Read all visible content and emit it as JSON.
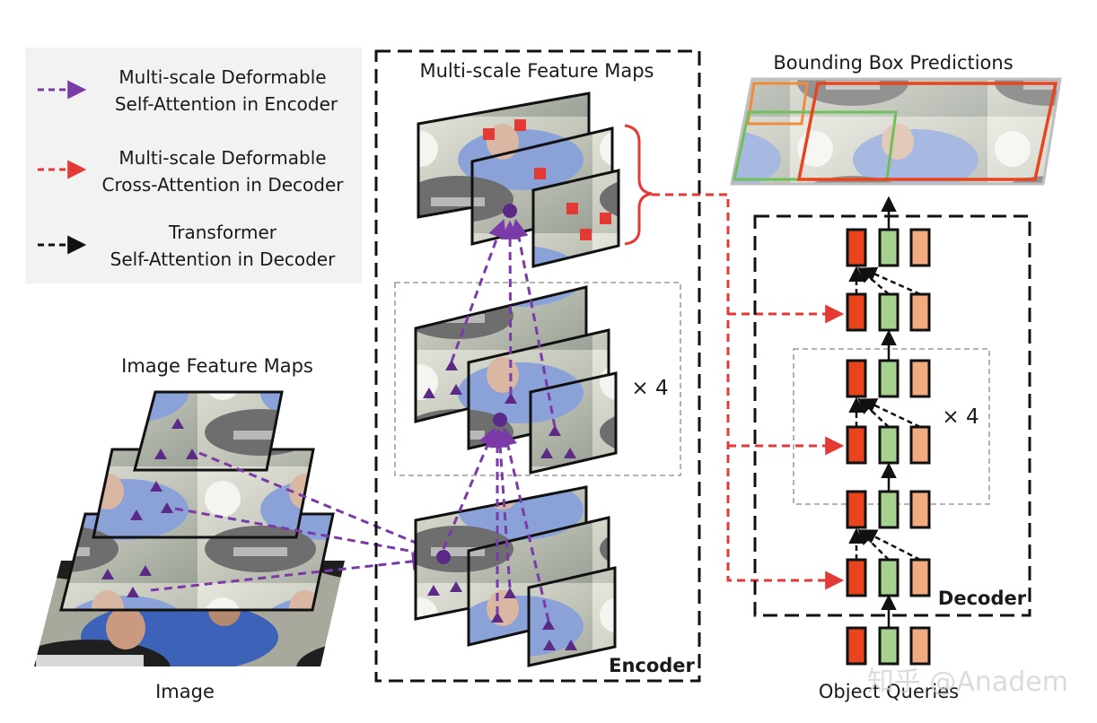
{
  "legend": {
    "items": [
      {
        "line1": "Multi-scale Deformable",
        "line2": "Self-Attention in Encoder",
        "color": "#7a3aa8"
      },
      {
        "line1": "Multi-scale Deformable",
        "line2": "Cross-Attention in Decoder",
        "color": "#e53935"
      },
      {
        "line1": "Transformer",
        "line2": "Self-Attention in Decoder",
        "color": "#111111"
      }
    ]
  },
  "labels": {
    "image_feature_maps": "Image Feature Maps",
    "image": "Image",
    "multi_scale_feature_maps": "Multi-scale Feature Maps",
    "encoder": "Encoder",
    "repeat_encoder": "× 4",
    "bounding_box_predictions": "Bounding Box Predictions",
    "decoder": "Decoder",
    "repeat_decoder": "× 4",
    "object_queries": "Object Queries",
    "watermark": "知乎 @Anadem"
  },
  "colors": {
    "purple": "#7a3aa8",
    "red": "#e53935",
    "query_red": "#e8451f",
    "query_green": "#a6d18e",
    "query_peach": "#f2aa80",
    "photo_sky": "#cfd3c4",
    "photo_blue": "#3c63b8"
  },
  "icons": [
    "soccer-photo",
    "feature-map",
    "sampling-triangle",
    "query-point-circle",
    "sampling-square",
    "arrow-head"
  ]
}
